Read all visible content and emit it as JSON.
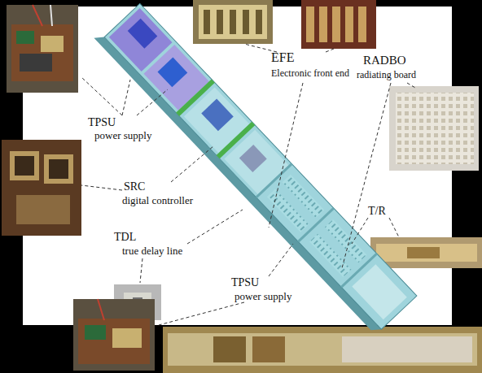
{
  "diagram": {
    "labels": [
      "TPSU",
      "power supply",
      "EFE",
      "Electronic front end",
      "RADBO",
      "radiating board",
      "SRC",
      "digital controller",
      "TDL",
      "true delay line",
      "TPSU",
      "power supply",
      "T/R"
    ]
  }
}
